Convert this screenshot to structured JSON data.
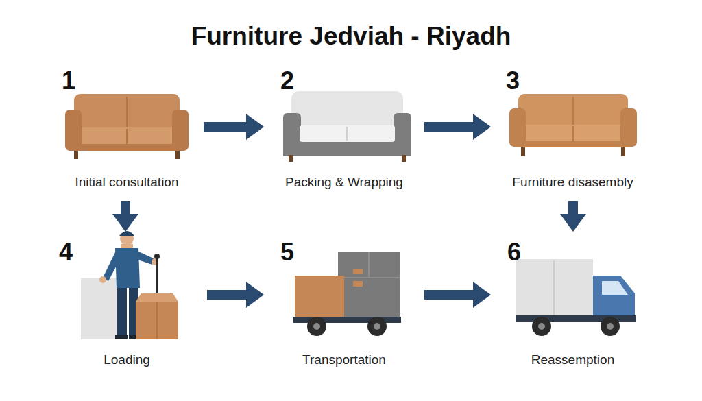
{
  "diagram": {
    "title": "Furniture Jedviah - Riyadh",
    "nodes": [
      {
        "text": [
          "1",
          "Initial consultation"
        ]
      },
      {
        "text": [
          "2",
          "Packing & Wrapping"
        ]
      },
      {
        "text": [
          "3",
          "Furniture disasembly"
        ]
      },
      {
        "text": [
          "4",
          "Loading"
        ]
      },
      {
        "text": [
          "5",
          "Transportation"
        ]
      },
      {
        "text": [
          "6",
          "Reassemption"
        ]
      }
    ],
    "edges": [
      {
        "from": 0,
        "to": 1,
        "arrow": "to"
      },
      {
        "from": 1,
        "to": 2,
        "arrow": "to"
      },
      {
        "from": 0,
        "to": 3,
        "arrow": "to"
      },
      {
        "from": 2,
        "to": 5,
        "arrow": "to"
      },
      {
        "from": 3,
        "to": 4,
        "arrow": "to"
      },
      {
        "from": 4,
        "to": 5,
        "arrow": "to"
      }
    ]
  }
}
